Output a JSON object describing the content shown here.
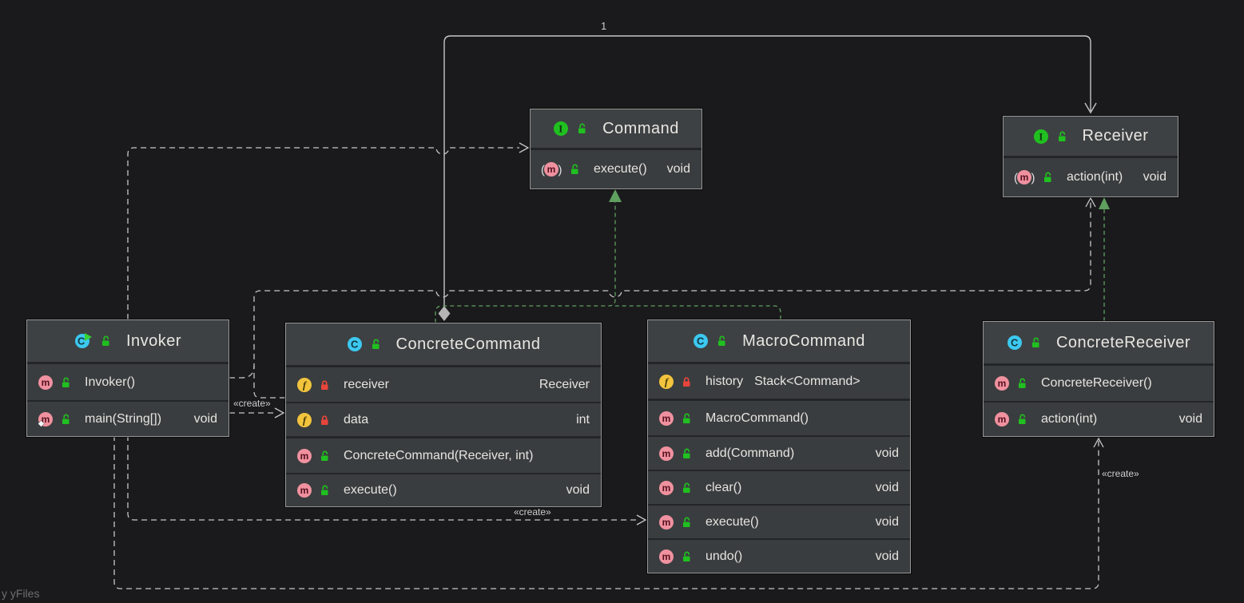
{
  "labels": {
    "one": "1",
    "create": "«create»",
    "watermark": "y yFiles"
  },
  "colors": {
    "background": "#1a1a1c",
    "edge_gray": "#c6c6c6",
    "edge_green": "#5f9f5f",
    "icon_green": "#20c020",
    "icon_cyan": "#3cc8f0",
    "icon_pink": "#f0919f",
    "icon_yellow": "#f2c43d",
    "lock_red": "#e8453c",
    "box_header": "#3e4143",
    "box_row": "#3a3d3f"
  },
  "boxes": {
    "command": {
      "kind": "interface",
      "title": "Command",
      "rows": [
        {
          "icon": "abstract-method",
          "lock": "public",
          "name": "execute()",
          "type": "void"
        }
      ]
    },
    "receiver": {
      "kind": "interface",
      "title": "Receiver",
      "rows": [
        {
          "icon": "abstract-method",
          "lock": "public",
          "name": "action(int)",
          "type": "void"
        }
      ]
    },
    "invoker": {
      "kind": "runnable-class",
      "title": "Invoker",
      "rows": [
        {
          "icon": "method",
          "lock": "public",
          "name": "Invoker()",
          "type": ""
        },
        {
          "icon": "main-method",
          "lock": "public",
          "name": "main(String[])",
          "type": "void"
        }
      ]
    },
    "concreteCommand": {
      "kind": "class",
      "title": "ConcreteCommand",
      "rows": [
        {
          "icon": "field",
          "lock": "private",
          "name": "receiver",
          "type": "Receiver"
        },
        {
          "icon": "field",
          "lock": "private",
          "name": "data",
          "type": "int"
        },
        {
          "icon": "method",
          "lock": "public",
          "name": "ConcreteCommand(Receiver, int)",
          "type": ""
        },
        {
          "icon": "method",
          "lock": "public",
          "name": "execute()",
          "type": "void"
        }
      ]
    },
    "macroCommand": {
      "kind": "class",
      "title": "MacroCommand",
      "rows": [
        {
          "icon": "field",
          "lock": "private",
          "name": "history",
          "type": "Stack<Command>"
        },
        {
          "icon": "method",
          "lock": "public",
          "name": "MacroCommand()",
          "type": ""
        },
        {
          "icon": "method",
          "lock": "public",
          "name": "add(Command)",
          "type": "void"
        },
        {
          "icon": "method",
          "lock": "public",
          "name": "clear()",
          "type": "void"
        },
        {
          "icon": "method",
          "lock": "public",
          "name": "execute()",
          "type": "void"
        },
        {
          "icon": "method",
          "lock": "public",
          "name": "undo()",
          "type": "void"
        }
      ]
    },
    "concreteReceiver": {
      "kind": "class",
      "title": "ConcreteReceiver",
      "rows": [
        {
          "icon": "method",
          "lock": "public",
          "name": "ConcreteReceiver()",
          "type": ""
        },
        {
          "icon": "method",
          "lock": "public",
          "name": "action(int)",
          "type": "void"
        }
      ]
    }
  },
  "edges": {
    "association_concreteCommand_receiver": "aggregation, multiplicity 1",
    "realization_concreteCommand_command": "implements",
    "realization_macroCommand_command": "implements",
    "realization_concreteReceiver_receiver": "implements",
    "dependency_invoker_command": "uses",
    "dependency_concreteCommand_receiver": "uses",
    "create_invoker_concreteCommand": "«create»",
    "create_invoker_macroCommand": "«create»",
    "create_invoker_concreteReceiver": "«create»"
  }
}
